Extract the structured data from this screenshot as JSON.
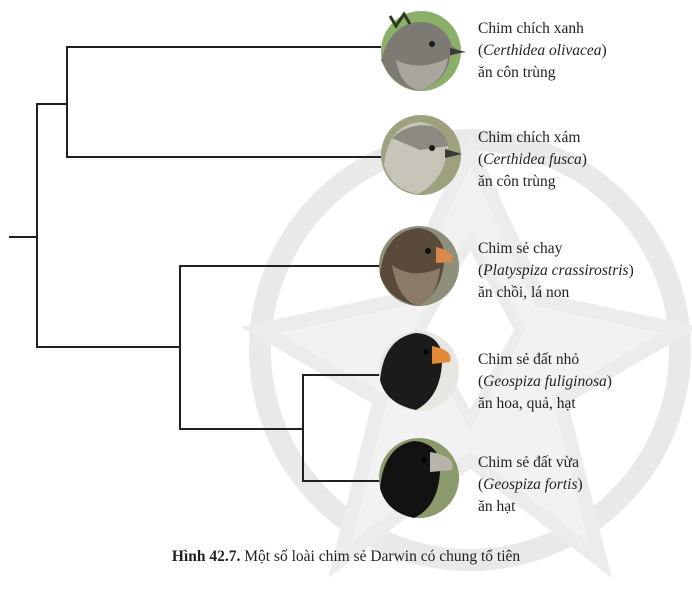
{
  "species": [
    {
      "name": "Chim chích xanh",
      "sci": "Certhidea olivacea",
      "diet": "ăn côn trùng"
    },
    {
      "name": "Chim chích xám",
      "sci": "Certhidea fusca",
      "diet": "ăn côn trùng"
    },
    {
      "name": "Chim sẻ chay",
      "sci": "Platyspiza crassirostris",
      "diet": "ăn chồi, lá non"
    },
    {
      "name": "Chim sẻ đất nhỏ",
      "sci": "Geospiza fuliginosa",
      "diet": "ăn hoa, quả, hạt"
    },
    {
      "name": "Chim sẻ đất vừa",
      "sci": "Geospiza fortis",
      "diet": "ăn hạt"
    }
  ],
  "caption": {
    "number": "Hình 42.7.",
    "text": " Một số loài chim sẻ Darwin có chung tổ tiên"
  },
  "colors": {
    "line": "#231f20",
    "watermark": "#e9e9e9"
  }
}
